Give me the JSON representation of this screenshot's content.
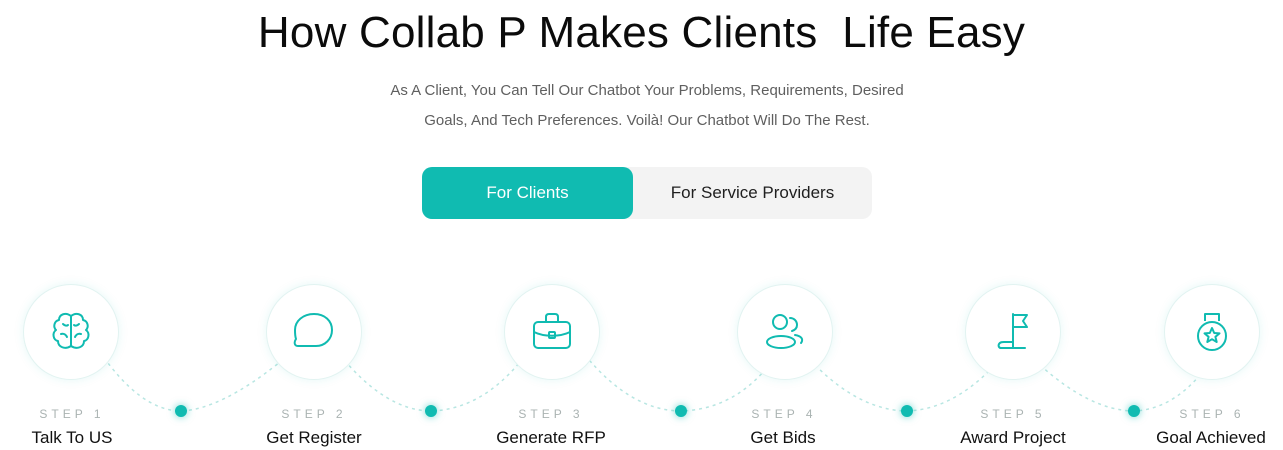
{
  "header": {
    "title": "How Collab P Makes Clients  Life Easy",
    "subtitle_line1": "As A Client, You Can Tell Our Chatbot Your Problems, Requirements, Desired",
    "subtitle_line2": "Goals, And Tech Preferences. Voilà! Our Chatbot Will Do The Rest."
  },
  "toggle": {
    "active_label": "For Clients",
    "inactive_label": "For Service Providers"
  },
  "steps": [
    {
      "label": "STEP 1",
      "title": "Talk To US",
      "icon": "brain-icon"
    },
    {
      "label": "STEP 2",
      "title": "Get Register",
      "icon": "chat-bubble-icon"
    },
    {
      "label": "STEP 3",
      "title": "Generate RFP",
      "icon": "briefcase-icon"
    },
    {
      "label": "STEP 4",
      "title": "Get Bids",
      "icon": "users-icon"
    },
    {
      "label": "STEP 5",
      "title": "Award Project",
      "icon": "flag-icon"
    },
    {
      "label": "STEP 6",
      "title": "Goal Achieved",
      "icon": "medal-icon"
    }
  ],
  "colors": {
    "accent": "#10bbb1",
    "title": "#0b0b0b",
    "subtitle": "#5f5f5f",
    "step_label": "#aab3b2",
    "toggle_bg": "#f3f3f3"
  }
}
